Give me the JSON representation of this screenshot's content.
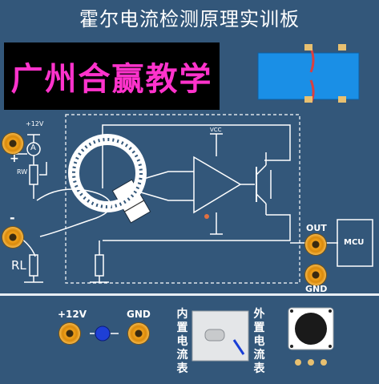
{
  "title": "霍尔电流检测原理实训板",
  "brand": "广州合赢教学",
  "labels": {
    "v12_top": "+12V",
    "plus": "+",
    "minus": "-",
    "rw": "RW",
    "rl": "RL",
    "ammeter": "A",
    "vcc": "VCC",
    "out": "OUT",
    "gnd_right": "GND",
    "mcu": "MCU",
    "v12_bottom": "+12V",
    "gnd_bottom": "GND",
    "internal_meter": "内置电流表",
    "external_meter": "外置电流表"
  },
  "colors": {
    "board": "#33577a",
    "brand_text": "#ff33cc",
    "jack": "#f2a21b",
    "led": "#1e3fd6",
    "sensor_blue": "#1a8fe6"
  }
}
